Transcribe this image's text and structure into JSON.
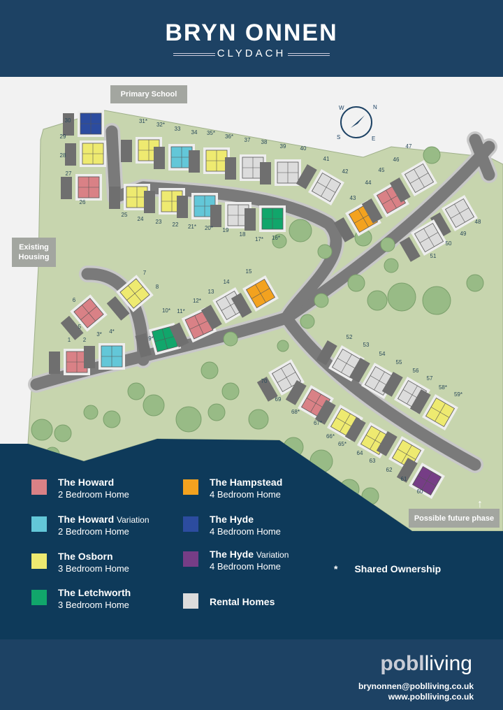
{
  "header": {
    "title": "BRYN ONNEN",
    "subtitle": "CLYDACH"
  },
  "map": {
    "labels": {
      "school": "Primary School",
      "existing": "Existing Housing",
      "future": "Possible future phase"
    },
    "compass": [
      "N",
      "E",
      "S",
      "W"
    ],
    "plots": [
      "30",
      "29",
      "28",
      "27",
      "26",
      "25",
      "24",
      "23",
      "22",
      "21*",
      "20*",
      "19",
      "18",
      "17*",
      "16*",
      "31*",
      "32*",
      "33",
      "34",
      "35*",
      "36*",
      "37",
      "38",
      "39",
      "40",
      "41",
      "42",
      "43",
      "44",
      "45",
      "46",
      "47",
      "48",
      "49",
      "50",
      "51",
      "52",
      "53",
      "54",
      "55",
      "56",
      "57",
      "58*",
      "59*",
      "60",
      "61",
      "62",
      "63",
      "64",
      "65*",
      "66*",
      "67*",
      "68*",
      "69",
      "70",
      "1",
      "2",
      "3*",
      "4*",
      "5",
      "6",
      "7",
      "8",
      "9*",
      "10*",
      "11*",
      "12*",
      "13",
      "14",
      "15"
    ]
  },
  "legend": {
    "items": [
      {
        "name": "The Howard",
        "variant": "",
        "sub": "2 Bedroom Home",
        "color": "#d98186"
      },
      {
        "name": "The Howard",
        "variant": "Variation",
        "sub": "2 Bedroom Home",
        "color": "#63c7d8"
      },
      {
        "name": "The Osborn",
        "variant": "",
        "sub": "3 Bedroom Home",
        "color": "#eeea70"
      },
      {
        "name": "The Letchworth",
        "variant": "",
        "sub": "3 Bedroom Home",
        "color": "#11a66b"
      },
      {
        "name": "The Hampstead",
        "variant": "",
        "sub": "4 Bedroom Home",
        "color": "#f3a21f"
      },
      {
        "name": "The Hyde",
        "variant": "",
        "sub": "4 Bedroom Home",
        "color": "#2c4c9f"
      },
      {
        "name": "The Hyde",
        "variant": "Variation",
        "sub": "4 Bedroom Home",
        "color": "#763d86"
      },
      {
        "name": "Rental Homes",
        "variant": "",
        "sub": "",
        "color": "#dcdcdc"
      }
    ],
    "shared_symbol": "*",
    "shared_label": "Shared Ownership"
  },
  "footer": {
    "brand_a": "pobl",
    "brand_b": "living",
    "email": "brynonnen@poblliving.co.uk",
    "web": "www.poblliving.co.uk"
  }
}
